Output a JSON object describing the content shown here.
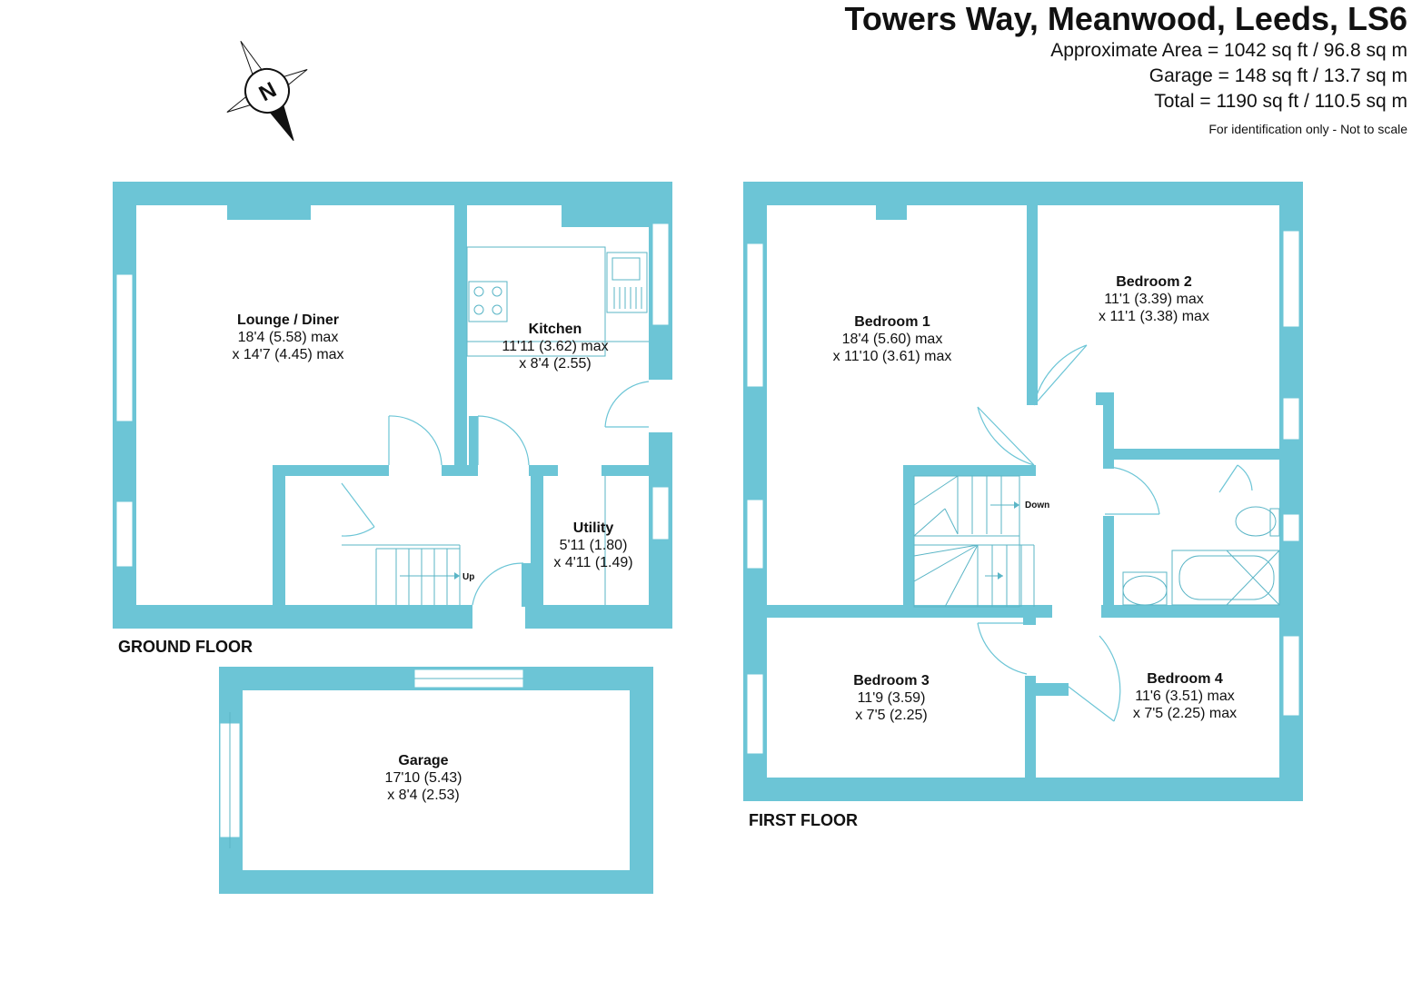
{
  "header": {
    "title": "Towers Way, Meanwood, Leeds, LS6",
    "approx_area": "Approximate Area = 1042 sq ft / 96.8 sq m",
    "garage_area": "Garage = 148 sq ft / 13.7 sq m",
    "total_area": "Total = 1190 sq ft / 110.5 sq m",
    "note": "For identification only - Not to scale"
  },
  "compass": {
    "letter": "N"
  },
  "floors": {
    "ground": "GROUND FLOOR",
    "first": "FIRST FLOOR"
  },
  "stairs": {
    "up": "Up",
    "down": "Down"
  },
  "rooms": {
    "lounge": {
      "name": "Lounge / Diner",
      "dim1": "18'4 (5.58) max",
      "dim2": "x 14'7 (4.45) max"
    },
    "kitchen": {
      "name": "Kitchen",
      "dim1": "11'11 (3.62) max",
      "dim2": "x 8'4 (2.55)"
    },
    "utility": {
      "name": "Utility",
      "dim1": "5'11 (1.80)",
      "dim2": "x 4'11 (1.49)"
    },
    "garage": {
      "name": "Garage",
      "dim1": "17'10 (5.43)",
      "dim2": "x 8'4 (2.53)"
    },
    "bedroom1": {
      "name": "Bedroom 1",
      "dim1": "18'4 (5.60) max",
      "dim2": "x 11'10 (3.61) max"
    },
    "bedroom2": {
      "name": "Bedroom 2",
      "dim1": "11'1 (3.39) max",
      "dim2": "x 11'1 (3.38) max"
    },
    "bedroom3": {
      "name": "Bedroom 3",
      "dim1": "11'9 (3.59)",
      "dim2": "x 7'5 (2.25)"
    },
    "bedroom4": {
      "name": "Bedroom 4",
      "dim1": "11'6 (3.51) max",
      "dim2": "x 7'5 (2.25) max"
    }
  },
  "colors": {
    "wall": "#6cc5d6"
  }
}
